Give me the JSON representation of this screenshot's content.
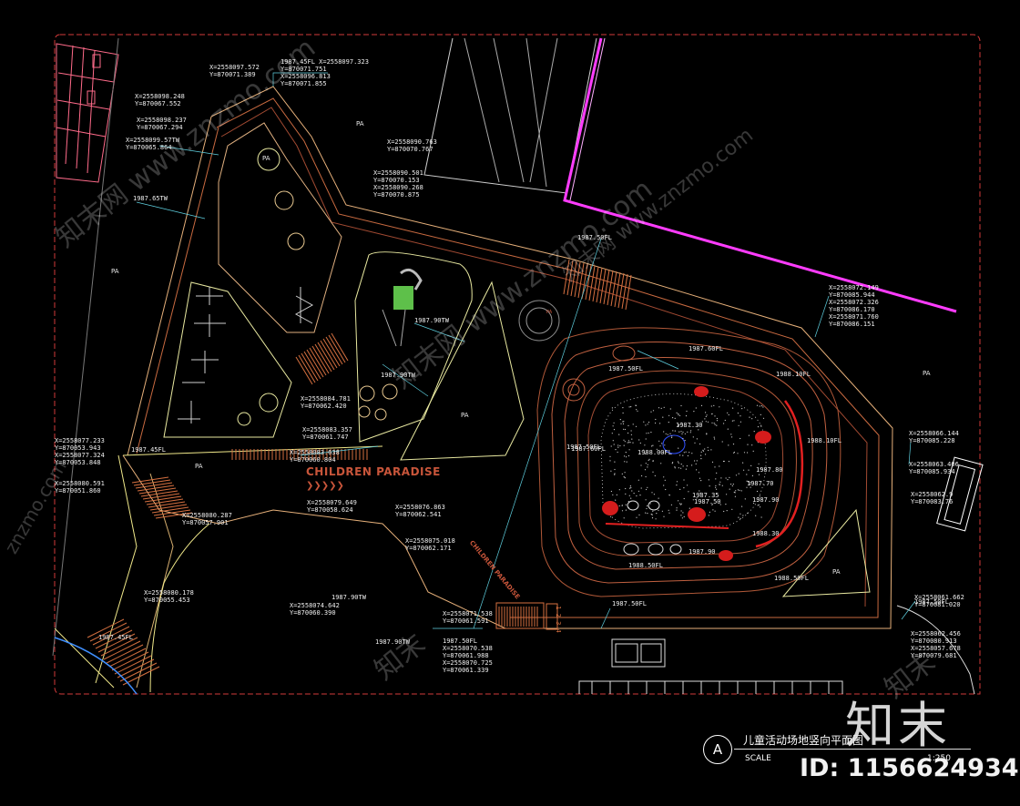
{
  "drawing": {
    "title": "儿童活动场地竖向平面图",
    "marker": "A",
    "scale_label": "SCALE",
    "scale_value": "1:250",
    "site_name_1": "CHILDREN PARADISE",
    "site_name_2": "CHILDREN PARADISE",
    "arrows": "❯❯❯❯❯",
    "ramp_numbers": "1 2 3 4"
  },
  "watermark": {
    "logo": "知末",
    "id": "ID: 1156624934",
    "diag_1": "知末网 www.znzmo.com",
    "diag_2": "知末网 www.znzmo.com",
    "diag_3": "知末网 www.znzmo.com",
    "diag_4": "知末",
    "diag_5": "知末",
    "diag_6": "znzmo.com"
  },
  "area_labels": [
    "PA",
    "PA",
    "PA",
    "PA",
    "PA",
    "PA",
    "PA",
    "PA"
  ],
  "coordinate_labels": [
    "X=2558097.572\nY=870071.389",
    "1987.45FL X=2558097.323\nY=870071.751\nX=2558096.813\nY=870071.855",
    "X=2558098.248\nY=870067.552",
    "X=2558098.237\nY=870067.294",
    "X=2558099.57TW\nY=870065.864",
    "X=2558090.763\nY=870070.767",
    "X=2558090.501\nY=870070.153\nX=2558090.268\nY=870070.875",
    "1987.65TW",
    "1987.50FL",
    "1987.90TW",
    "1987.90TW",
    "X=2558084.781\nY=870062.420",
    "X=2558083.357\nY=870061.747",
    "1987.45FL",
    "X=2558083.638\nY=870060.804",
    "X=2558077.233\nY=870053.943\nX=2558077.324\nY=870053.848",
    "X=2558080.591\nY=870051.860",
    "X=2558080.287\nY=870057.901",
    "X=2558079.649\nY=870058.624",
    "X=2558076.863\nY=870062.541",
    "X=2558075.018\nY=870062.171",
    "X=2558080.178\nY=870055.453",
    "X=2558074.642\nY=870060.390",
    "1987.90TW",
    "1987.45FL",
    "1987.90TW",
    "X=2558071.538\nY=870061.591",
    "1987.50FL\nX=2558070.538\nY=870061.988\nX=2558070.725\nY=870061.339",
    "1987.50FL",
    "1987.60FL",
    "1987.50FL",
    "1988.10FL",
    "1987.30",
    "1987.60FL",
    "1987.35",
    "1987.50",
    "1987.80",
    "1987.70",
    "1987.90",
    "1988.30",
    "1987.90",
    "1988.50FL",
    "1988.50FL",
    "1988.10FL",
    "1988.00FL",
    "1987.50FL",
    "X=2558072.149\nY=870085.944\nX=2558072.326\nY=870086.170\nX=2558071.760\nY=870086.151",
    "X=2558066.144\nY=870085.228",
    "X=2558063.406\nY=870085.934",
    "X=2558062.9\nY=870083.76",
    "1987.50FL",
    "X=2558061.662\nY=870081.020",
    "X=2558062.456\nY=870080.913\nX=2558057.678\nY=870079.681"
  ]
}
